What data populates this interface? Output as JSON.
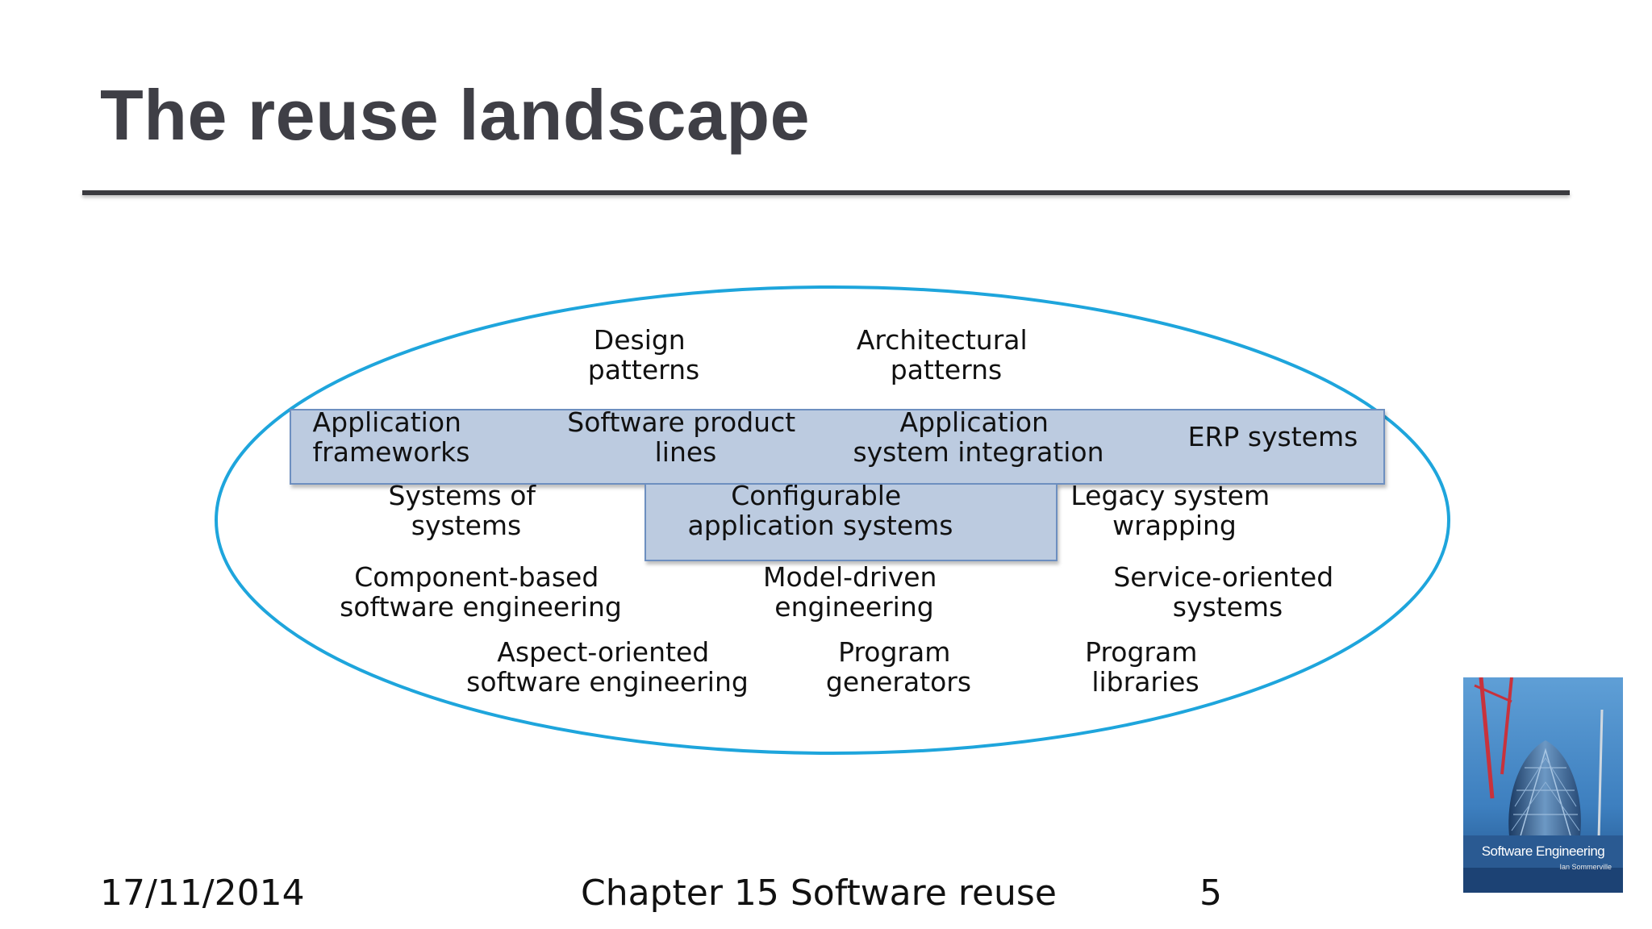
{
  "slide": {
    "title": "The reuse landscape"
  },
  "diagram": {
    "labels": {
      "design_patterns": [
        "Design",
        "patterns"
      ],
      "architectural_patterns": [
        "Architectural",
        "patterns"
      ],
      "application_frameworks": [
        "Application",
        "frameworks"
      ],
      "software_product_lines": [
        "Software product",
        "lines"
      ],
      "application_system_integration": [
        "Application",
        "system integration"
      ],
      "erp_systems": [
        "ERP systems"
      ],
      "systems_of_systems": [
        "Systems of",
        "systems"
      ],
      "configurable_application_systems": [
        "Configurable",
        "application systems"
      ],
      "legacy_system_wrapping": [
        "Legacy system",
        "wrapping"
      ],
      "component_based_se": [
        "Component-based",
        "software engineering"
      ],
      "model_driven_engineering": [
        "Model-driven",
        "engineering"
      ],
      "service_oriented_systems": [
        "Service-oriented",
        "systems"
      ],
      "aspect_oriented_se": [
        "Aspect-oriented",
        "software engineering"
      ],
      "program_generators": [
        "Program",
        "generators"
      ],
      "program_libraries": [
        "Program",
        "libraries"
      ]
    },
    "colors": {
      "ellipse_stroke": "#1ea5dc",
      "box_fill": "#bccbe0",
      "box_stroke": "#6d8fc0"
    }
  },
  "footer": {
    "date": "17/11/2014",
    "chapter": "Chapter 15 Software reuse",
    "page_number": "5"
  },
  "book_cover": {
    "title": "Software Engineering",
    "author": "Ian Sommerville"
  }
}
